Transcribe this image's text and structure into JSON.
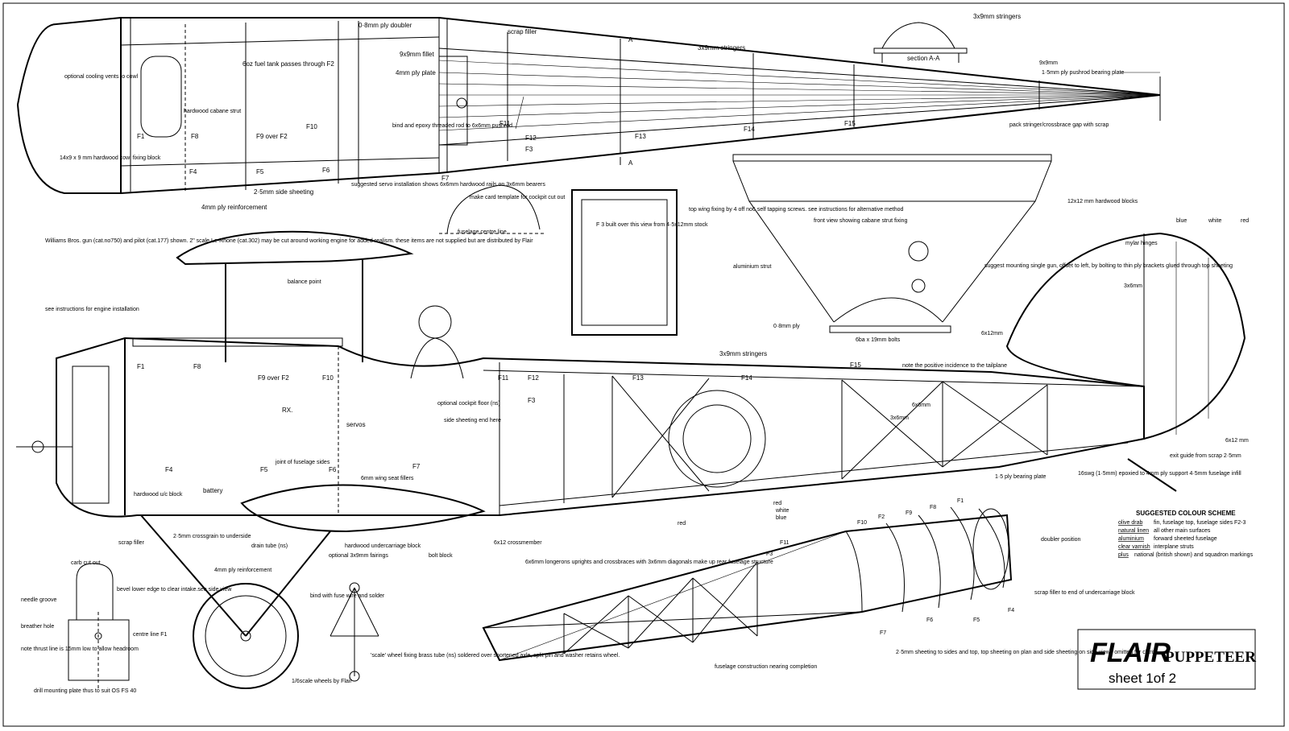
{
  "fuselage_plan": {
    "stations": [
      "F1",
      "F4",
      "F5",
      "F6",
      "F7",
      "F8",
      "F9 over F2",
      "F10",
      "F11",
      "F12",
      "F3",
      "F13",
      "F14",
      "F15"
    ],
    "labels": {
      "ply_doubler": "0·8mm ply doubler",
      "scrap_filler": "scrap filler",
      "stringers_top": "3x9mm stringers",
      "fillet": "9x9mm fillet",
      "ply_plate": "4mm ply plate",
      "fuel_tank": "6oz fuel tank passes through F2",
      "cabane_strut": "hardwood cabane strut",
      "cooling_vents": "optional cooling vents to cowl",
      "cowl_block": "14x9 x 9 mm hardwood cowl fixing block",
      "pushrod": "bind and epoxy threaded rod to 6x6mm pushrod",
      "side_sheeting": "2·5mm side sheeting",
      "ply_reinforcement": "4mm ply reinforcement",
      "servo_install": "suggested servo installation shows 6x6mm hardwood rails on 3x6mm bearers",
      "pack_stringer": "pack stringer/crossbrace gap with scrap",
      "nine_by_nine": "9x9mm",
      "pushrod_plate": "1·5mm ply pushrod bearing plate",
      "section_A": "A",
      "section_title": "section A-A",
      "section_stringers": "3x9mm stringers"
    }
  },
  "middle": {
    "card_template": "make card template for cockpit cut out",
    "centre_line": "fuselage centre line",
    "f3_box": "F 3 built over this view from 4·5x12mm stock",
    "top_wing_fixing": "top wing fixing by 4 off no6 self tapping screws. see instructions for alternative method",
    "front_view": "front view showing cabane strut fixing",
    "hardwood_blocks": "12x12 mm hardwood blocks",
    "aluminium_strut": "aluminium strut",
    "ply_08": "0·8mm ply",
    "bolts": "6ba x 19mm bolts",
    "gun_mount": "suggest mounting single gun, offset to left, by bolting to thin ply brackets glued through top sheeting",
    "incidence": "note the positive incidence to the tailplane"
  },
  "notes": {
    "williams": "Williams Bros. gun (cat.no750) and pilot (cat.177) shown. 2\" scale Le-Rhone (cat.302) may be cut around working engine for added realism. these items are not supplied but are distributed by Flair",
    "engine_install": "see instructions for engine installation",
    "balance_point": "balance point"
  },
  "side_view": {
    "labels": {
      "stringers": "3x9mm stringers",
      "rx": "RX.",
      "servos": "servos",
      "battery": "battery",
      "cockpit_floor": "optional cockpit floor (ns)",
      "side_sheeting_end": "side sheeting end here",
      "joint": "joint of fuselage sides",
      "wing_seat": "6mm wing seat fillers",
      "uc_block": "hardwood u/c block",
      "crossgrain": "2·5mm crossgrain to underside",
      "scrap_filler": "scrap filler",
      "drain_tube": "drain tube (ns)",
      "undercarriage_block": "hardwood undercarriage block",
      "bolt_block": "bolt block",
      "crossmember": "6x12 crossmember",
      "fairings": "optional 3x9mm fairings",
      "ply_reinf": "4mm ply reinforcement",
      "bind_fuse": "bind with fuse wire and solder",
      "six_by_six": "6x6mm",
      "three_by_six": "3x6mm",
      "six_by_twelve": "6x12mm",
      "six_by_twelve_b": "6x12 mm",
      "three_by_six_b": "3x6mm",
      "mylar": "mylar hinges",
      "ply_bearing": "1·5 ply bearing plate",
      "swg": "16swg (1·5mm) epoxied to 4mm ply support 4·5mm fuselage infill",
      "exit_guide": "exit guide from scrap 2·5mm",
      "red": "red",
      "white": "white",
      "blue": "blue",
      "legend_blue": "blue",
      "legend_white": "white",
      "legend_red": "red"
    }
  },
  "bottom": {
    "carb_cut": "carb cut out",
    "needle_groove": "needle groove",
    "bevel": "bevel lower edge to clear intake.see side view",
    "breather": "breather hole",
    "centre_line": "centre line F1",
    "thrust_note": "note thrust line is 15mm low to allow headroom",
    "mounting_plate": "drill mounting plate thus to suit OS FS 40",
    "wheels": "1/6scale wheels by Flair",
    "wheel_fix": "'scale' wheel fixing brass tube (ns) soldered over shortened axle, split pin and washer retains wheel.",
    "rear_struct": "6x6mm longerons uprights and crossbraces with 3x6mm diagonals make up rear fuselage structure",
    "fuselage_nearing": "fuselage construction nearing completion",
    "sheeting_note": "2·5mm sheeting to sides and top, top sheeting on plan and side sheeting on side views omitted for clarity",
    "doubler_pos": "doubler position",
    "scrap_filler_end": "scrap filler to end of undercarriage block",
    "formers": [
      "F1",
      "F8",
      "F9",
      "F2",
      "F10",
      "F11",
      "F3",
      "F4",
      "F5",
      "F6",
      "F7"
    ]
  },
  "colour_scheme": {
    "title": "SUGGESTED COLOUR SCHEME",
    "rows": [
      {
        "k": "olive drab",
        "v": "fin, fuselage top, fuselage sides F2-3"
      },
      {
        "k": "natural linen",
        "v": "all other main surfaces"
      },
      {
        "k": "aluminium",
        "v": "forward sheeted fuselage"
      },
      {
        "k": "clear varnish",
        "v": "interplane struts"
      },
      {
        "k": "plus",
        "v": "national (british shown) and squadron markings"
      }
    ]
  },
  "title_block": {
    "brand": "FLAIR",
    "model": "PUPPETEER",
    "sheet": "sheet   1of 2"
  }
}
